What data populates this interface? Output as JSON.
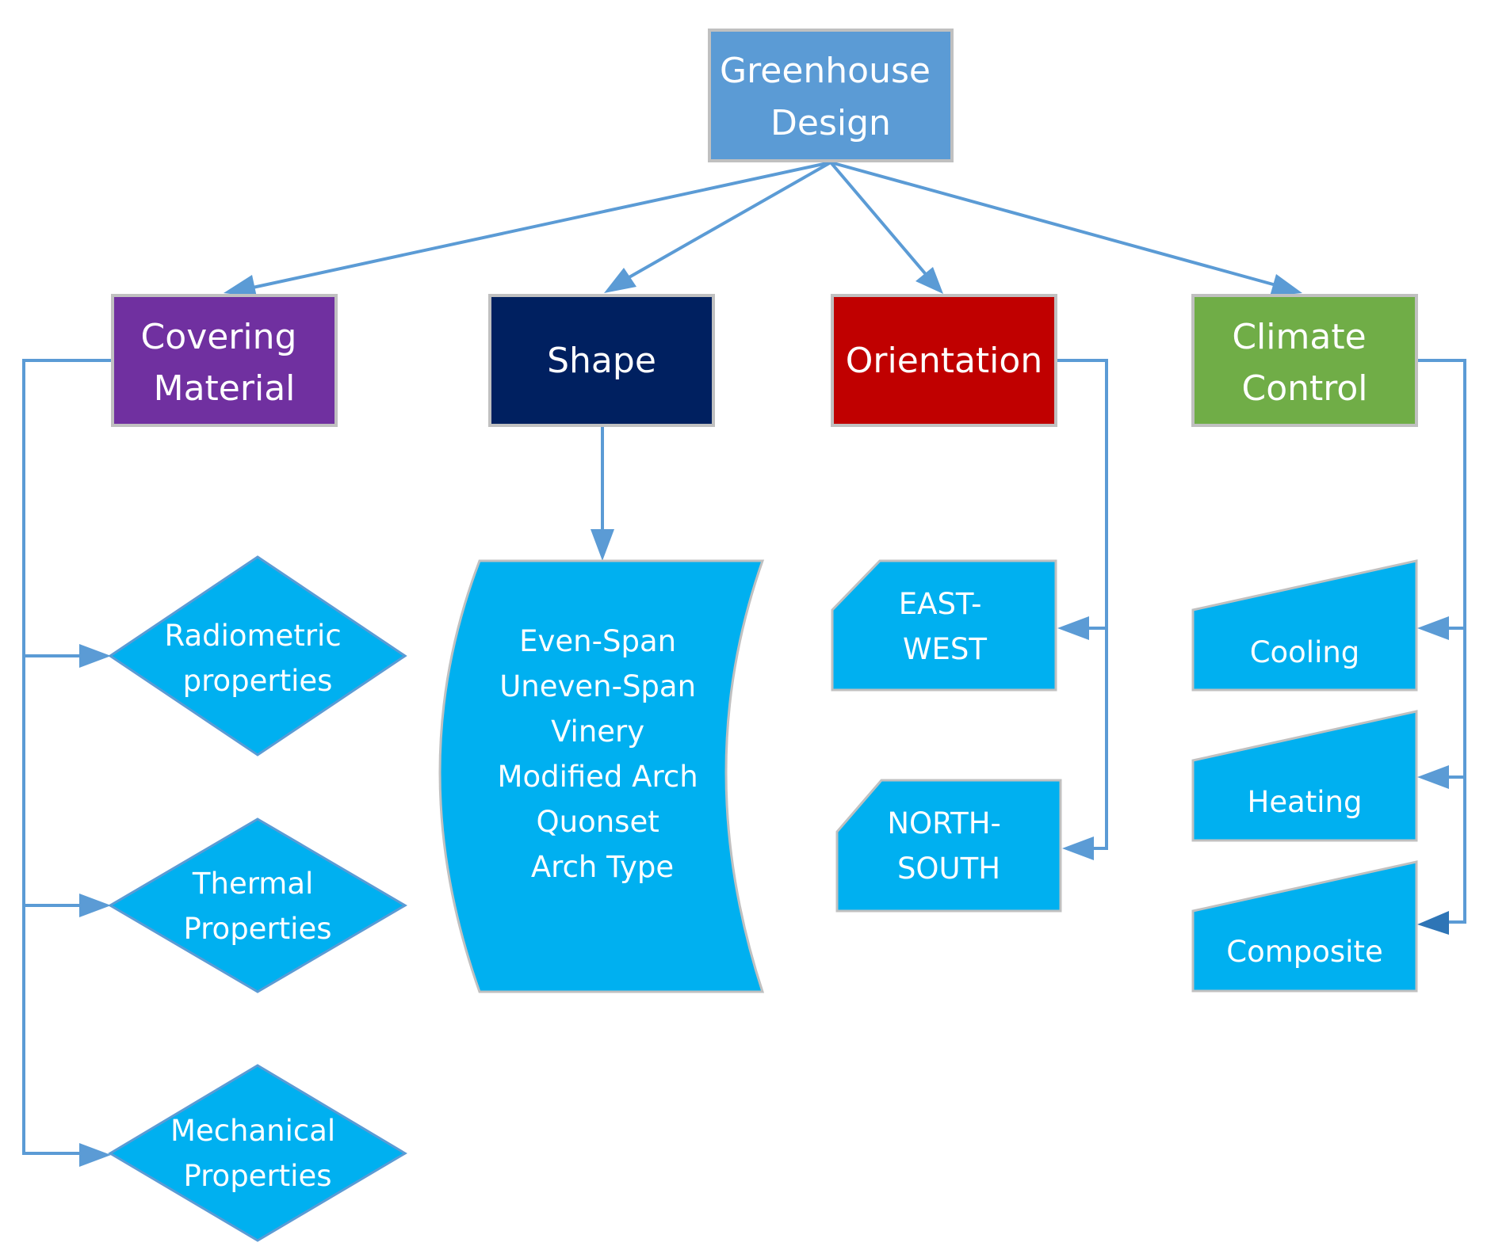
{
  "colors": {
    "root_fill": "#5b9bd5",
    "covering_fill": "#7030a0",
    "shape_fill": "#002060",
    "orientation_fill": "#c00000",
    "climate_fill": "#70ad47",
    "leaf_fill": "#00b0f0",
    "connector": "#5b9bd5",
    "connector_dark": "#2e75b6",
    "border": "#c0c0c0"
  },
  "root": {
    "lines": [
      "Greenhouse",
      "Design"
    ]
  },
  "categories": {
    "covering": {
      "lines": [
        "Covering",
        "Material"
      ]
    },
    "shape": {
      "lines": [
        "Shape"
      ]
    },
    "orientation": {
      "lines": [
        "Orientation"
      ]
    },
    "climate": {
      "lines": [
        "Climate",
        "Control"
      ]
    }
  },
  "covering_items": [
    {
      "lines": [
        "Radiometric",
        "properties"
      ]
    },
    {
      "lines": [
        "Thermal",
        "Properties"
      ]
    },
    {
      "lines": [
        "Mechanical",
        "Properties"
      ]
    }
  ],
  "shape_items": {
    "lines": [
      "Even-Span",
      "Uneven-Span",
      "Vinery",
      "Modified Arch",
      "Quonset",
      "Arch Type"
    ]
  },
  "orientation_items": [
    {
      "lines": [
        "EAST-",
        "WEST"
      ]
    },
    {
      "lines": [
        "NORTH-",
        "SOUTH"
      ]
    }
  ],
  "climate_items": [
    {
      "lines": [
        "Cooling"
      ]
    },
    {
      "lines": [
        "Heating"
      ]
    },
    {
      "lines": [
        "Composite"
      ]
    }
  ]
}
